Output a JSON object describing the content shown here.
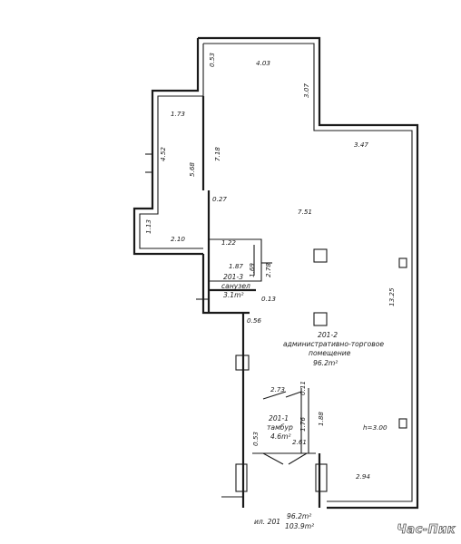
{
  "dimensions": {
    "d_053_top": "0.53",
    "d_403": "4.03",
    "d_307": "3.07",
    "d_347": "3.47",
    "d_173": "1.73",
    "d_452": "4.52",
    "d_568": "5.68",
    "d_718": "7.18",
    "d_027": "0.27",
    "d_751": "7.51",
    "d_113": "1.13",
    "d_210": "2.10",
    "d_122": "1.22",
    "d_187": "1.87",
    "d_169": "1.69",
    "d_278": "2.78",
    "d_1325": "13.25",
    "d_013": "0.13",
    "d_056": "0.56",
    "d_273": "2.73",
    "d_011": "0.11",
    "d_176": "1.76",
    "d_188": "1.88",
    "d_height": "h=3.00",
    "d_053_bottom": "0.53",
    "d_261": "2.61",
    "d_294": "2.94"
  },
  "rooms": {
    "r3_number": "201-3",
    "r3_name": "санузел",
    "r3_area": "3.1m²",
    "r2_number": "201-2",
    "r2_name": "административно-торговое",
    "r2_name2": "помещение",
    "r2_area": "96.2m²",
    "r1_number": "201-1",
    "r1_name": "тамбур",
    "r1_area": "4.6m²"
  },
  "footer": {
    "label": "ил. 201",
    "area_main": "96.2m²",
    "area_total": "103.9m²"
  },
  "watermark": "Час-Пик"
}
